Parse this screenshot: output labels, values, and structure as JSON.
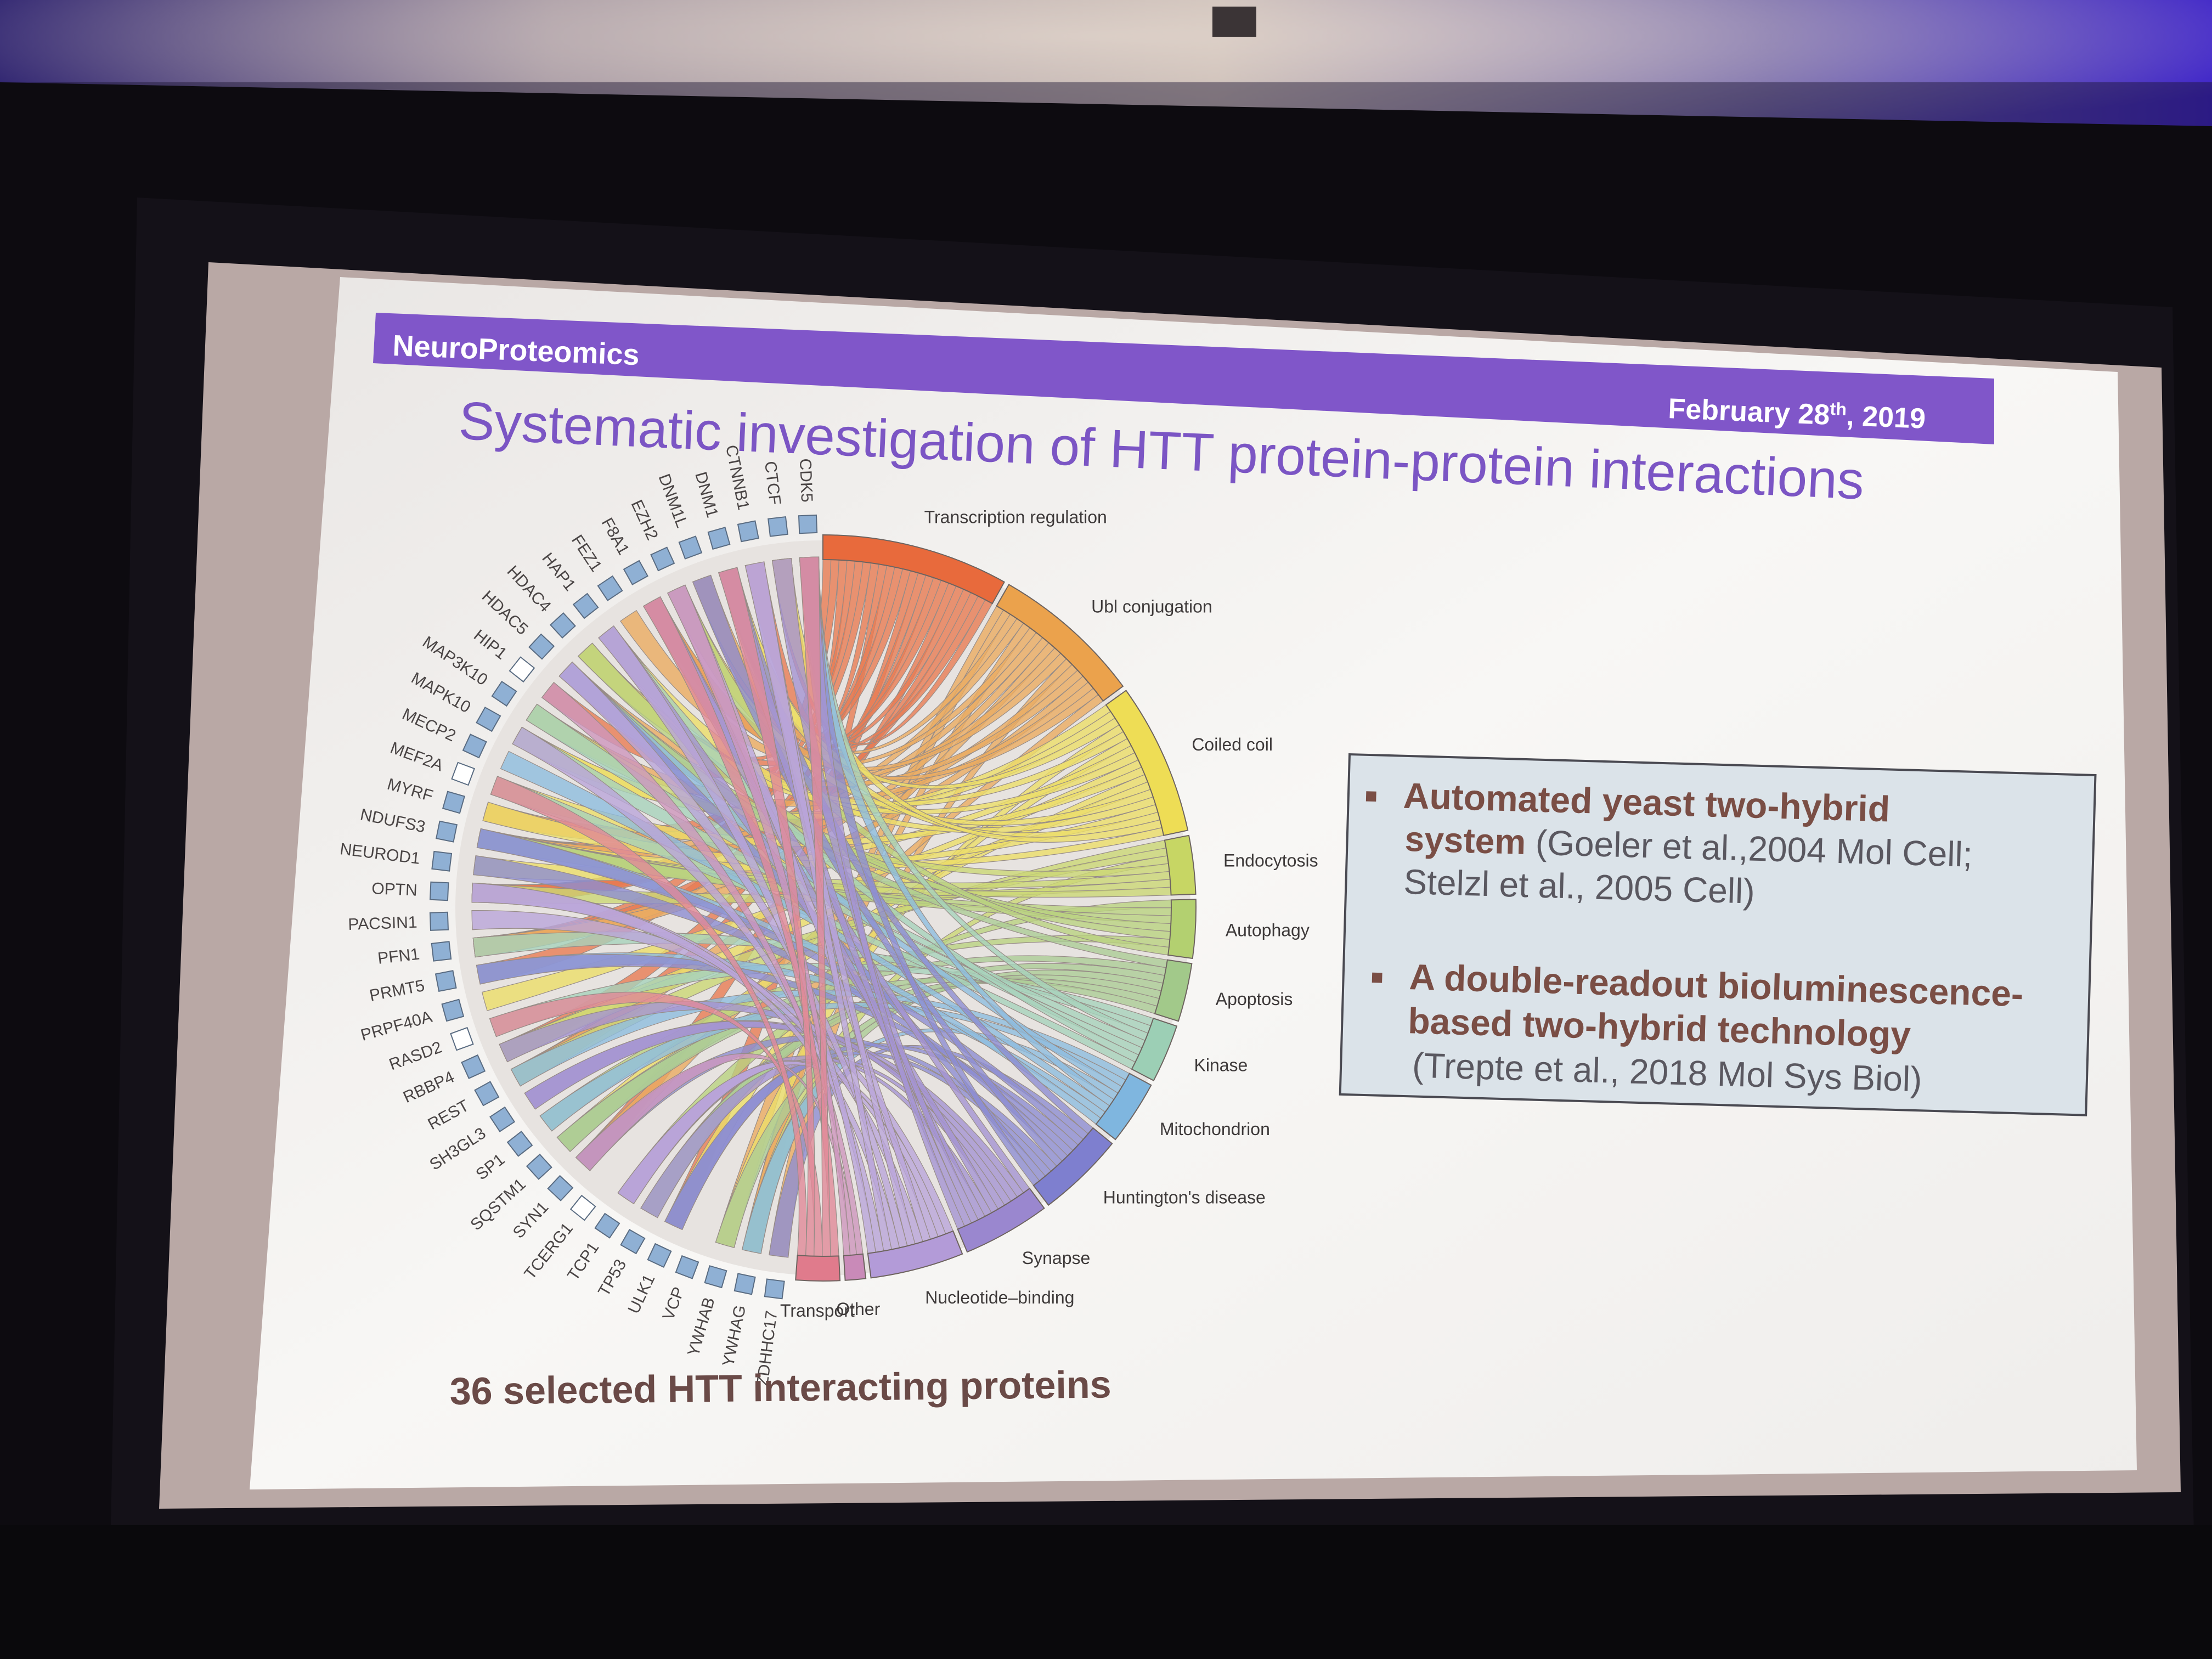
{
  "slide": {
    "header": "NeuroProteomics",
    "date_main": "February 28",
    "date_sup": "th",
    "date_year": ", 2019",
    "title": "Systematic investigation of HTT protein-protein interactions",
    "caption": "36 selected HTT interacting  proteins",
    "box": {
      "b1_l1": "Automated yeast two-hybrid",
      "b1_l2_bold": "system",
      "b1_l2_rest": " (Goeler et al.,2004 Mol Cell;",
      "b1_l3": "Stelzl et al., 2005 Cell)",
      "b2_l1": "A double-readout bioluminescence-",
      "b2_l2": "based two-hybrid technology",
      "b2_l3": "(Trepte et al., 2018 Mol Sys Biol)"
    }
  },
  "proteins": [
    "CDK5",
    "CTCF",
    "CTNNB1",
    "DNM1",
    "DNM1L",
    "EZH2",
    "F8A1",
    "FEZ1",
    "HAP1",
    "HDAC4",
    "HDAC5",
    "HIP1",
    "MAP3K10",
    "MAPK10",
    "MECP2",
    "MEF2A",
    "MYRF",
    "NDUFS3",
    "NEUROD1",
    "OPTN",
    "PACSIN1",
    "PFN1",
    "PRMT5",
    "PRPF40A",
    "RASD2",
    "RBBP4",
    "REST",
    "SH3GL3",
    "SP1",
    "SQSTM1",
    "SYN1",
    "TCERG1",
    "TCP1",
    "TP53",
    "ULK1",
    "VCP",
    "YWHAB",
    "YWHAG",
    "ZDHHC17"
  ],
  "categories": [
    {
      "name": "Transcription regulation",
      "color": "#e86a3c"
    },
    {
      "name": "Ubl conjugation",
      "color": "#eba24c"
    },
    {
      "name": "Coiled coil",
      "color": "#eedd55"
    },
    {
      "name": "Endocytosis",
      "color": "#c7d664"
    },
    {
      "name": "Autophagy",
      "color": "#b3d070"
    },
    {
      "name": "Apoptosis",
      "color": "#a2c98a"
    },
    {
      "name": "Kinase",
      "color": "#9ccfb5"
    },
    {
      "name": "Mitochondrion",
      "color": "#7fb6df"
    },
    {
      "name": "Huntington's disease",
      "color": "#7e7fcf"
    },
    {
      "name": "Synapse",
      "color": "#9a87cf"
    },
    {
      "name": "Nucleotide–binding",
      "color": "#b39bd8"
    },
    {
      "name": "Other",
      "color": "#c98ab8"
    },
    {
      "name": "Transport",
      "color": "#e07b8c"
    }
  ],
  "colors": {
    "slide_bg": "#f6f4f1",
    "accent_purple": "#8056c9",
    "title_purple": "#7b55c4",
    "box_bg": "#dbe3e9",
    "caption_brown": "#6a4a47",
    "bullet_brown": "#7a4e45",
    "node_blue": "#8fb0d4"
  }
}
